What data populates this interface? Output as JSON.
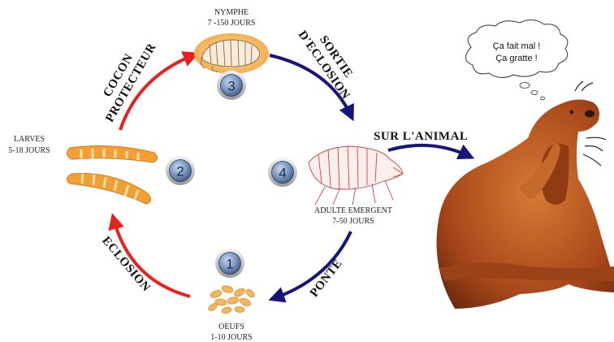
{
  "stages": {
    "nymphe": {
      "title": "NYMPHE",
      "duration": "7 -150 JOURS"
    },
    "larves": {
      "title": "LARVES",
      "duration": "5-18 JOURS"
    },
    "adulte": {
      "title": "ADULTE EMERGENT",
      "duration": "7-50 JOURS"
    },
    "oeufs": {
      "title": "OEUFS",
      "duration": "1-10 JOURS"
    }
  },
  "badges": [
    "1",
    "2",
    "3",
    "4"
  ],
  "arrows": {
    "cocon_line1": "COCON",
    "cocon_line2": "PROTECTEUR",
    "sortie_line1": "SORTIE",
    "sortie_line2": "D'ECLOSION",
    "sur_animal": "SUR L'ANIMAL",
    "eclosion": "ECLOSION",
    "ponte": "PONTE"
  },
  "thought": {
    "line1": "Ça fait mal !",
    "line2": "Ça gratte !"
  },
  "colors": {
    "red": "#e8201e",
    "blue": "#16167a",
    "larva": "#f2a035",
    "flea": "#c94444",
    "dog": "#b5561d"
  }
}
